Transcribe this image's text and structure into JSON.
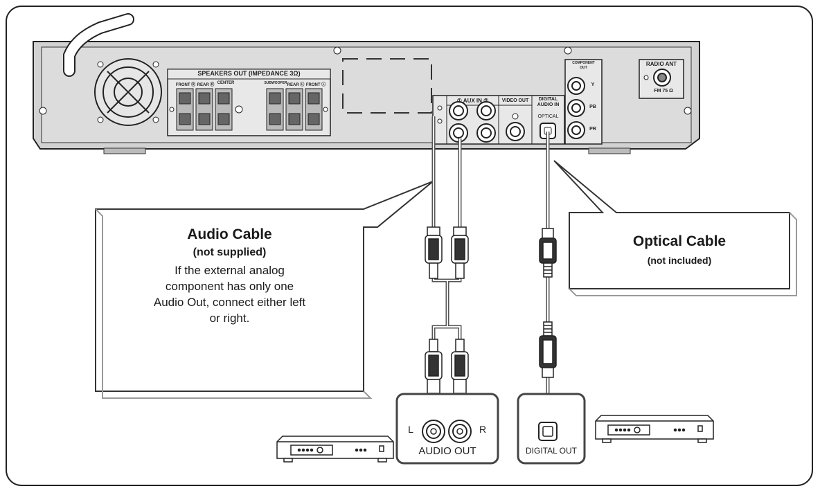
{
  "rear_panel": {
    "speakers_header": "SPEAKERS OUT (IMPEDANCE 3Ω)",
    "left_speaker_labels": [
      "FRONT Ⓡ",
      "REAR Ⓡ",
      "CENTER"
    ],
    "right_speaker_labels": [
      "SUBWOOFER",
      "REAR Ⓛ",
      "FRONT Ⓛ"
    ],
    "aux_in": "① AUX IN ②",
    "video_out": "VIDEO OUT",
    "digital_audio_in": [
      "DIGITAL",
      "AUDIO IN"
    ],
    "optical": "OPTICAL",
    "component_out": [
      "COMPONENT",
      "OUT"
    ],
    "component_jacks": [
      "Y",
      "PB",
      "PR"
    ],
    "radio_ant": "RADIO ANT",
    "fm": "FM 75 Ω"
  },
  "audio_callout": {
    "title": "Audio Cable",
    "subtitle": "(not supplied)",
    "body": [
      "If the external analog",
      "component has only one",
      "Audio Out, connect either left",
      "or right."
    ]
  },
  "optical_callout": {
    "title": "Optical Cable",
    "subtitle": "(not included)"
  },
  "audio_out_box": {
    "left": "L",
    "right": "R",
    "label": "AUDIO OUT"
  },
  "digital_out_box": {
    "label": "DIGITAL OUT"
  }
}
